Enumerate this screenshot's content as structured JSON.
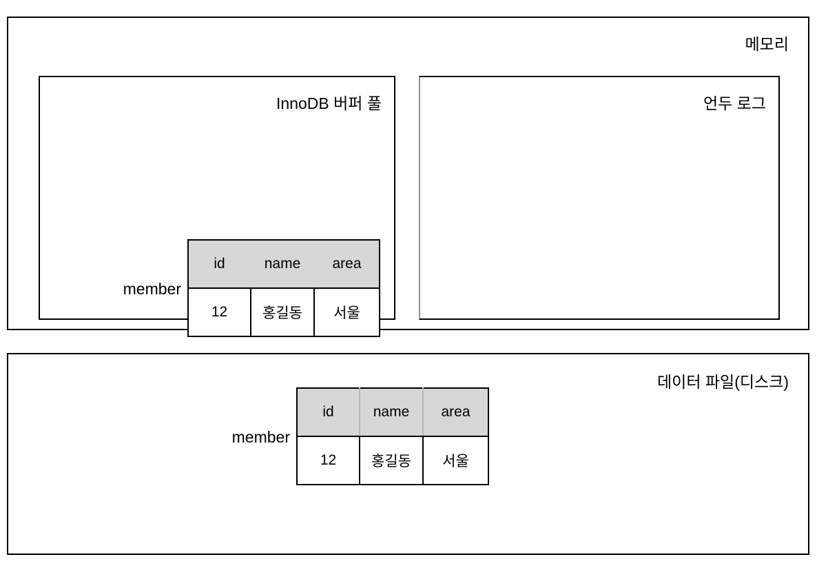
{
  "memory": {
    "title": "메모리",
    "buffer_pool": {
      "title": "InnoDB 버퍼 풀",
      "table": {
        "label": "member",
        "columns": [
          "id",
          "name",
          "area"
        ],
        "rows": [
          [
            "12",
            "홍길동",
            "서울"
          ]
        ]
      }
    },
    "undo_log": {
      "title": "언두 로그"
    }
  },
  "disk": {
    "title": "데이터 파일(디스크)",
    "table": {
      "label": "member",
      "columns": [
        "id",
        "name",
        "area"
      ],
      "rows": [
        [
          "12",
          "홍길동",
          "서울"
        ]
      ]
    }
  },
  "colors": {
    "border": "#000000",
    "header_fill": "#d7d7d7",
    "cell_fill": "#ffffff",
    "soft_divider": "#b8b8b8"
  }
}
